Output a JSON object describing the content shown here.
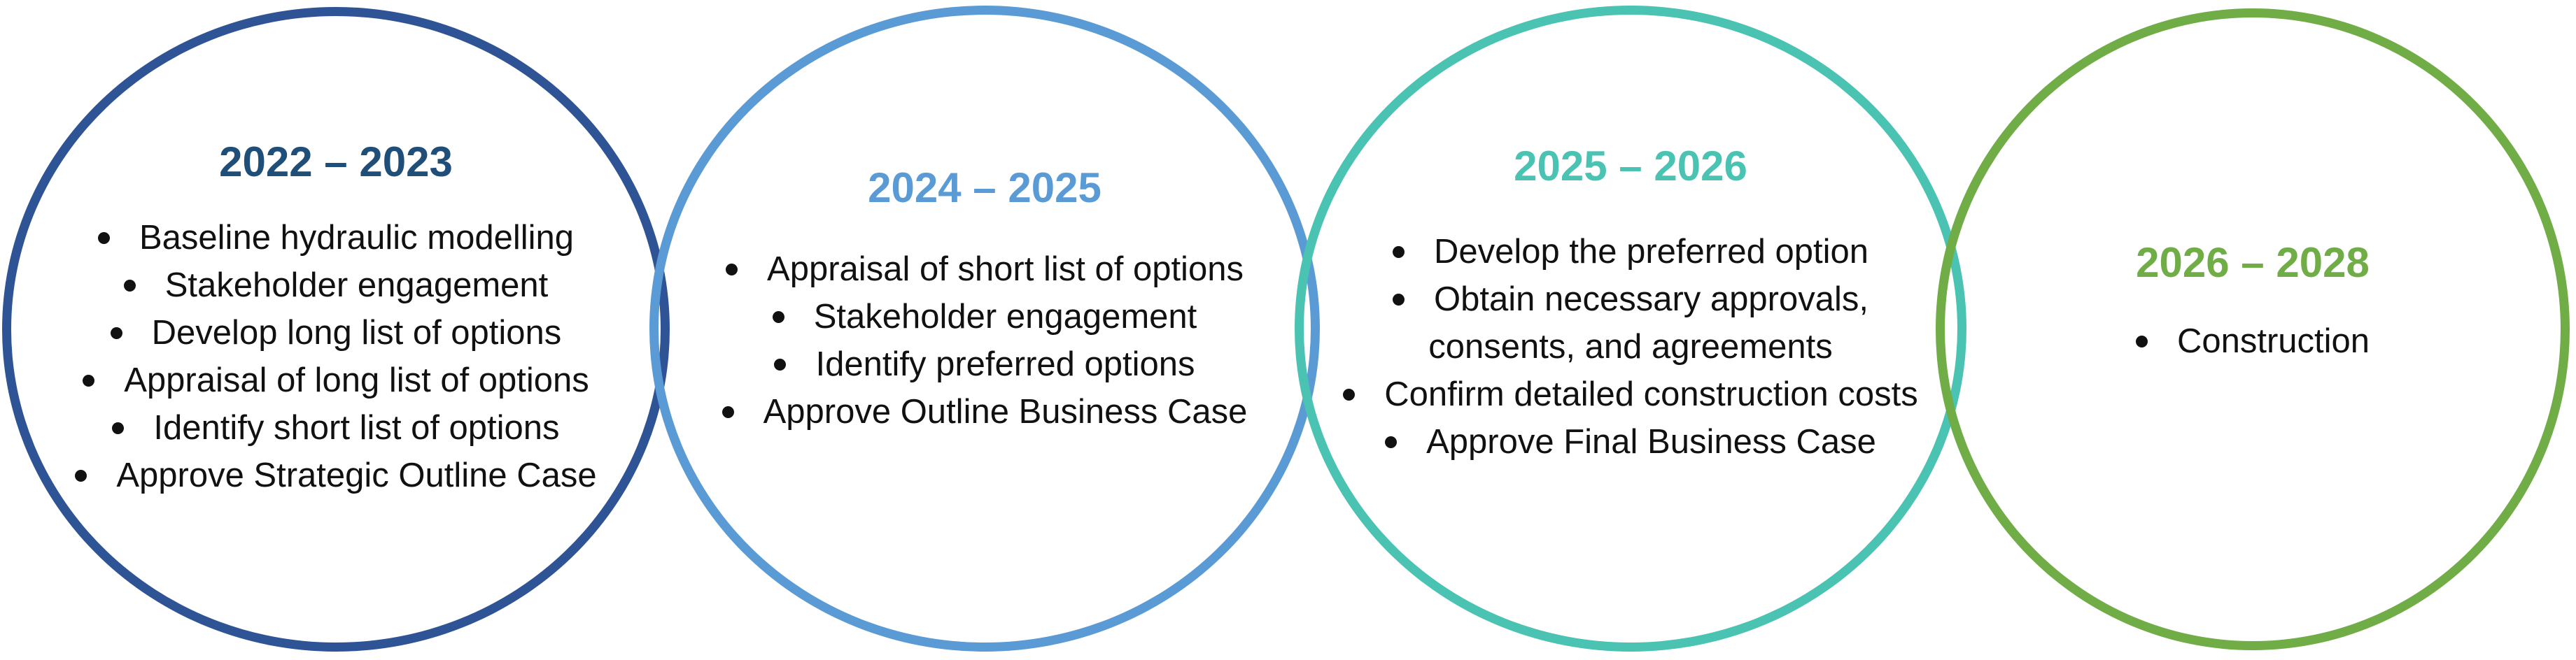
{
  "diagram": {
    "type": "timeline-phases",
    "background": "#ffffff",
    "text_color": "#111111",
    "phases": [
      {
        "title": "2022 – 2023",
        "title_color": "#1F4E79",
        "ring_color": "#2F5496",
        "items": [
          {
            "bullet": true,
            "text": "Baseline hydraulic modelling"
          },
          {
            "bullet": true,
            "text": "Stakeholder engagement"
          },
          {
            "bullet": true,
            "text": "Develop long list of options"
          },
          {
            "bullet": true,
            "text": "Appraisal of long list of options"
          },
          {
            "bullet": true,
            "text": "Identify short list of options"
          },
          {
            "bullet": true,
            "text": "Approve Strategic Outline Case"
          }
        ]
      },
      {
        "title": "2024 – 2025",
        "title_color": "#5B9BD5",
        "ring_color": "#5B9BD5",
        "items": [
          {
            "bullet": true,
            "text": "Appraisal of short list of options"
          },
          {
            "bullet": true,
            "text": "Stakeholder engagement"
          },
          {
            "bullet": true,
            "text": "Identify preferred options"
          },
          {
            "bullet": true,
            "text": "Approve Outline Business Case"
          }
        ]
      },
      {
        "title": "2025 – 2026",
        "title_color": "#4AC3B2",
        "ring_color": "#4AC3B2",
        "items": [
          {
            "bullet": true,
            "text": "Develop the preferred option"
          },
          {
            "bullet": true,
            "text": "Obtain necessary approvals,"
          },
          {
            "bullet": false,
            "text": "consents, and agreements"
          },
          {
            "bullet": true,
            "text": "Confirm detailed construction costs"
          },
          {
            "bullet": true,
            "text": "Approve Final Business Case"
          }
        ]
      },
      {
        "title": "2026 – 2028",
        "title_color": "#70AD47",
        "ring_color": "#70AD47",
        "items": [
          {
            "bullet": true,
            "text": "Construction"
          }
        ]
      }
    ]
  }
}
